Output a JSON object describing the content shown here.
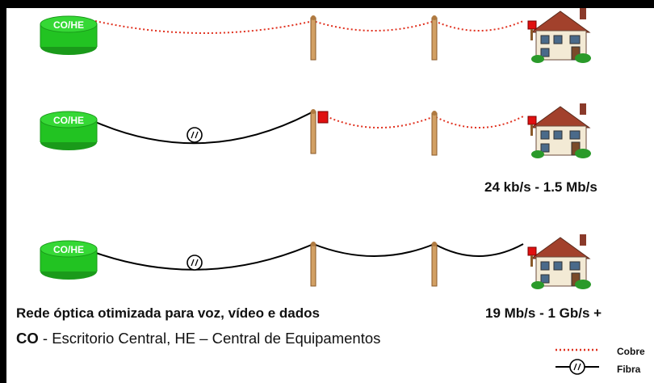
{
  "nodes": {
    "co_he_label": "CO/HE"
  },
  "rows": [
    {
      "id": "row1",
      "speed": ""
    },
    {
      "id": "row2",
      "speed": "24 kb/s - 1.5 Mb/s"
    },
    {
      "id": "row3",
      "speed": "19 Mb/s - 1 Gb/s +"
    }
  ],
  "caption": {
    "main": "Rede óptica otimizada para voz, vídeo e dados",
    "abbr_co": "CO",
    "definition": " - Escritorio Central, HE – Central de Equipamentos"
  },
  "legend": {
    "copper": {
      "label": "Cobre",
      "color": "#e0301e",
      "style": "dotted"
    },
    "fiber": {
      "label": "Fibra",
      "color": "#000000",
      "style": "solid"
    }
  },
  "colors": {
    "cylinder": "#22c322",
    "pole": "#d2a064",
    "house_roof": "#a2412c",
    "mailbox": "#e01010"
  }
}
